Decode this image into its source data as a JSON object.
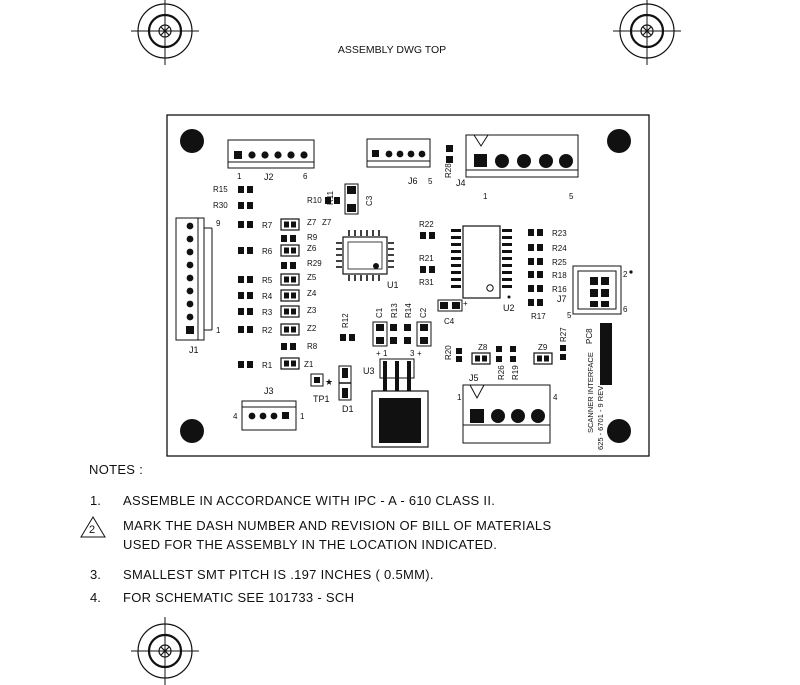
{
  "title": "ASSEMBLY DWG TOP",
  "board": {
    "connectors": {
      "j2": {
        "ref": "J2",
        "pin_first": "1",
        "pin_last": "6"
      },
      "j6": {
        "ref": "J6",
        "pin_last": "5"
      },
      "j4": {
        "ref": "J4",
        "pin_first": "1",
        "pin_last": "5"
      },
      "j1": {
        "ref": "J1",
        "pin_first": "9",
        "pin_last": "1"
      },
      "j3": {
        "ref": "J3",
        "pin_first": "4",
        "pin_last": "1"
      },
      "j5": {
        "ref": "J5",
        "pin_first": "1",
        "pin_last": "4"
      },
      "j7": {
        "ref": "J7",
        "pin_top": "2",
        "pin_bottom_left": "5",
        "pin_bottom_right": "6"
      }
    },
    "ics": {
      "u1": "U1",
      "u2": "U2",
      "u3": "U3"
    },
    "resistors_left": [
      "R7",
      "R6",
      "R5",
      "R4",
      "R3",
      "R2",
      "R1"
    ],
    "zeners": [
      "Z7",
      "Z6",
      "Z5",
      "Z4",
      "Z3",
      "Z2",
      "Z1"
    ],
    "misc_labels": {
      "r15": "R15",
      "r30": "R30",
      "r10": "R10",
      "r11": "R11",
      "c3": "C3",
      "z7b": "Z7",
      "r9": "R9",
      "r29": "R29",
      "r8": "R8",
      "r12": "R12",
      "c1": "C1",
      "r13": "R13",
      "r14": "R14",
      "c2": "C2",
      "r22": "R22",
      "r21": "R21",
      "r31": "R31",
      "c4": "C4",
      "r28": "R28",
      "r23": "R23",
      "r24": "R24",
      "r25": "R25",
      "r18": "R18",
      "r16": "R16",
      "r17": "R17",
      "r27": "R27",
      "pc8": "PC8",
      "r20": "R20",
      "z8": "Z8",
      "r26": "R26",
      "r19": "R19",
      "z9": "Z9",
      "tp1": "TP1",
      "d1": "D1",
      "u3_pin1": "1",
      "u3_pin3": "3"
    },
    "silkscreen_vertical": "SCANNER INTERFACE",
    "silkscreen_vertical_2": "625 - 6701 - 9 REV"
  },
  "notes": {
    "header": "NOTES :",
    "items": [
      {
        "num": "1.",
        "line1": "ASSEMBLE IN ACCORDANCE WITH IPC - A - 610 CLASS II.",
        "line2": ""
      },
      {
        "num": "2",
        "line1": "MARK THE DASH NUMBER AND REVISION OF BILL OF MATERIALS",
        "line2": "USED FOR THE ASSEMBLY IN THE LOCATION INDICATED."
      },
      {
        "num": "3.",
        "line1": "SMALLEST SMT PITCH IS .197 INCHES ( 0.5MM).",
        "line2": ""
      },
      {
        "num": "4.",
        "line1": "FOR SCHEMATIC SEE 101733 - SCH",
        "line2": ""
      }
    ]
  }
}
